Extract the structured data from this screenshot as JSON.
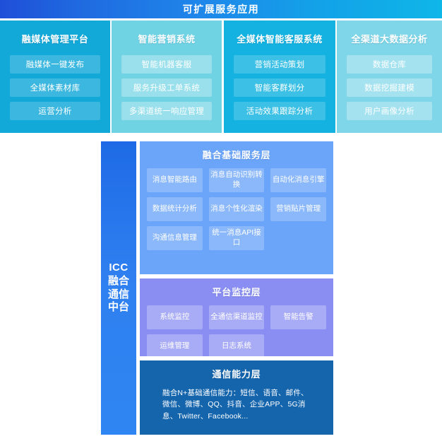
{
  "header": {
    "title": "可扩展服务应用",
    "accent_gradient_start": "#1f4fd8",
    "accent_gradient_end": "#0fb6e8"
  },
  "applications": {
    "columns": [
      {
        "title": "融媒体管理平台",
        "color": "#12a8d8",
        "items": [
          "融媒体一键发布",
          "全媒体素材库",
          "运营分析"
        ]
      },
      {
        "title": "智能营销系统",
        "color": "#6fd3e4",
        "items": [
          "智能机器客服",
          "服务升级工单系统",
          "多渠道统一响应管理"
        ]
      },
      {
        "title": "全媒体智能客服系统",
        "color": "#13b2e0",
        "items": [
          "营销活动策划",
          "智能客群划分",
          "活动效果跟踪分析"
        ]
      },
      {
        "title": "全渠道大数据分析",
        "color": "#7fd6e8",
        "items": [
          "数据仓库",
          "数据挖掘建模",
          "用户画像分析"
        ]
      }
    ]
  },
  "platform": {
    "side_label_abbr": "ICC",
    "side_label_cn": "融合通信中台",
    "side_color": "#2f7ff0",
    "layers": [
      {
        "title": "融合基础服务层",
        "color": "#6ba5fa",
        "items": [
          "消息智能路由",
          "消息自动识别转换",
          "自动化消息引擎",
          "数据统计分析",
          "消息个性化渲染",
          "营销贴片管理",
          "沟通信息管理",
          "统一消息API接口"
        ]
      },
      {
        "title": "平台监控层",
        "color": "#8a8ef2",
        "items": [
          "系统监控",
          "全通信渠道监控",
          "智能告警",
          "运维管理",
          "日志系统"
        ]
      },
      {
        "title": "通信能力层",
        "color": "#1565ad",
        "description": "融合N+基础通信能力：短信、语音、邮件、微信、微博、QQ、抖音、企业APP、5G消息、Twitter、Facebook..."
      }
    ]
  }
}
